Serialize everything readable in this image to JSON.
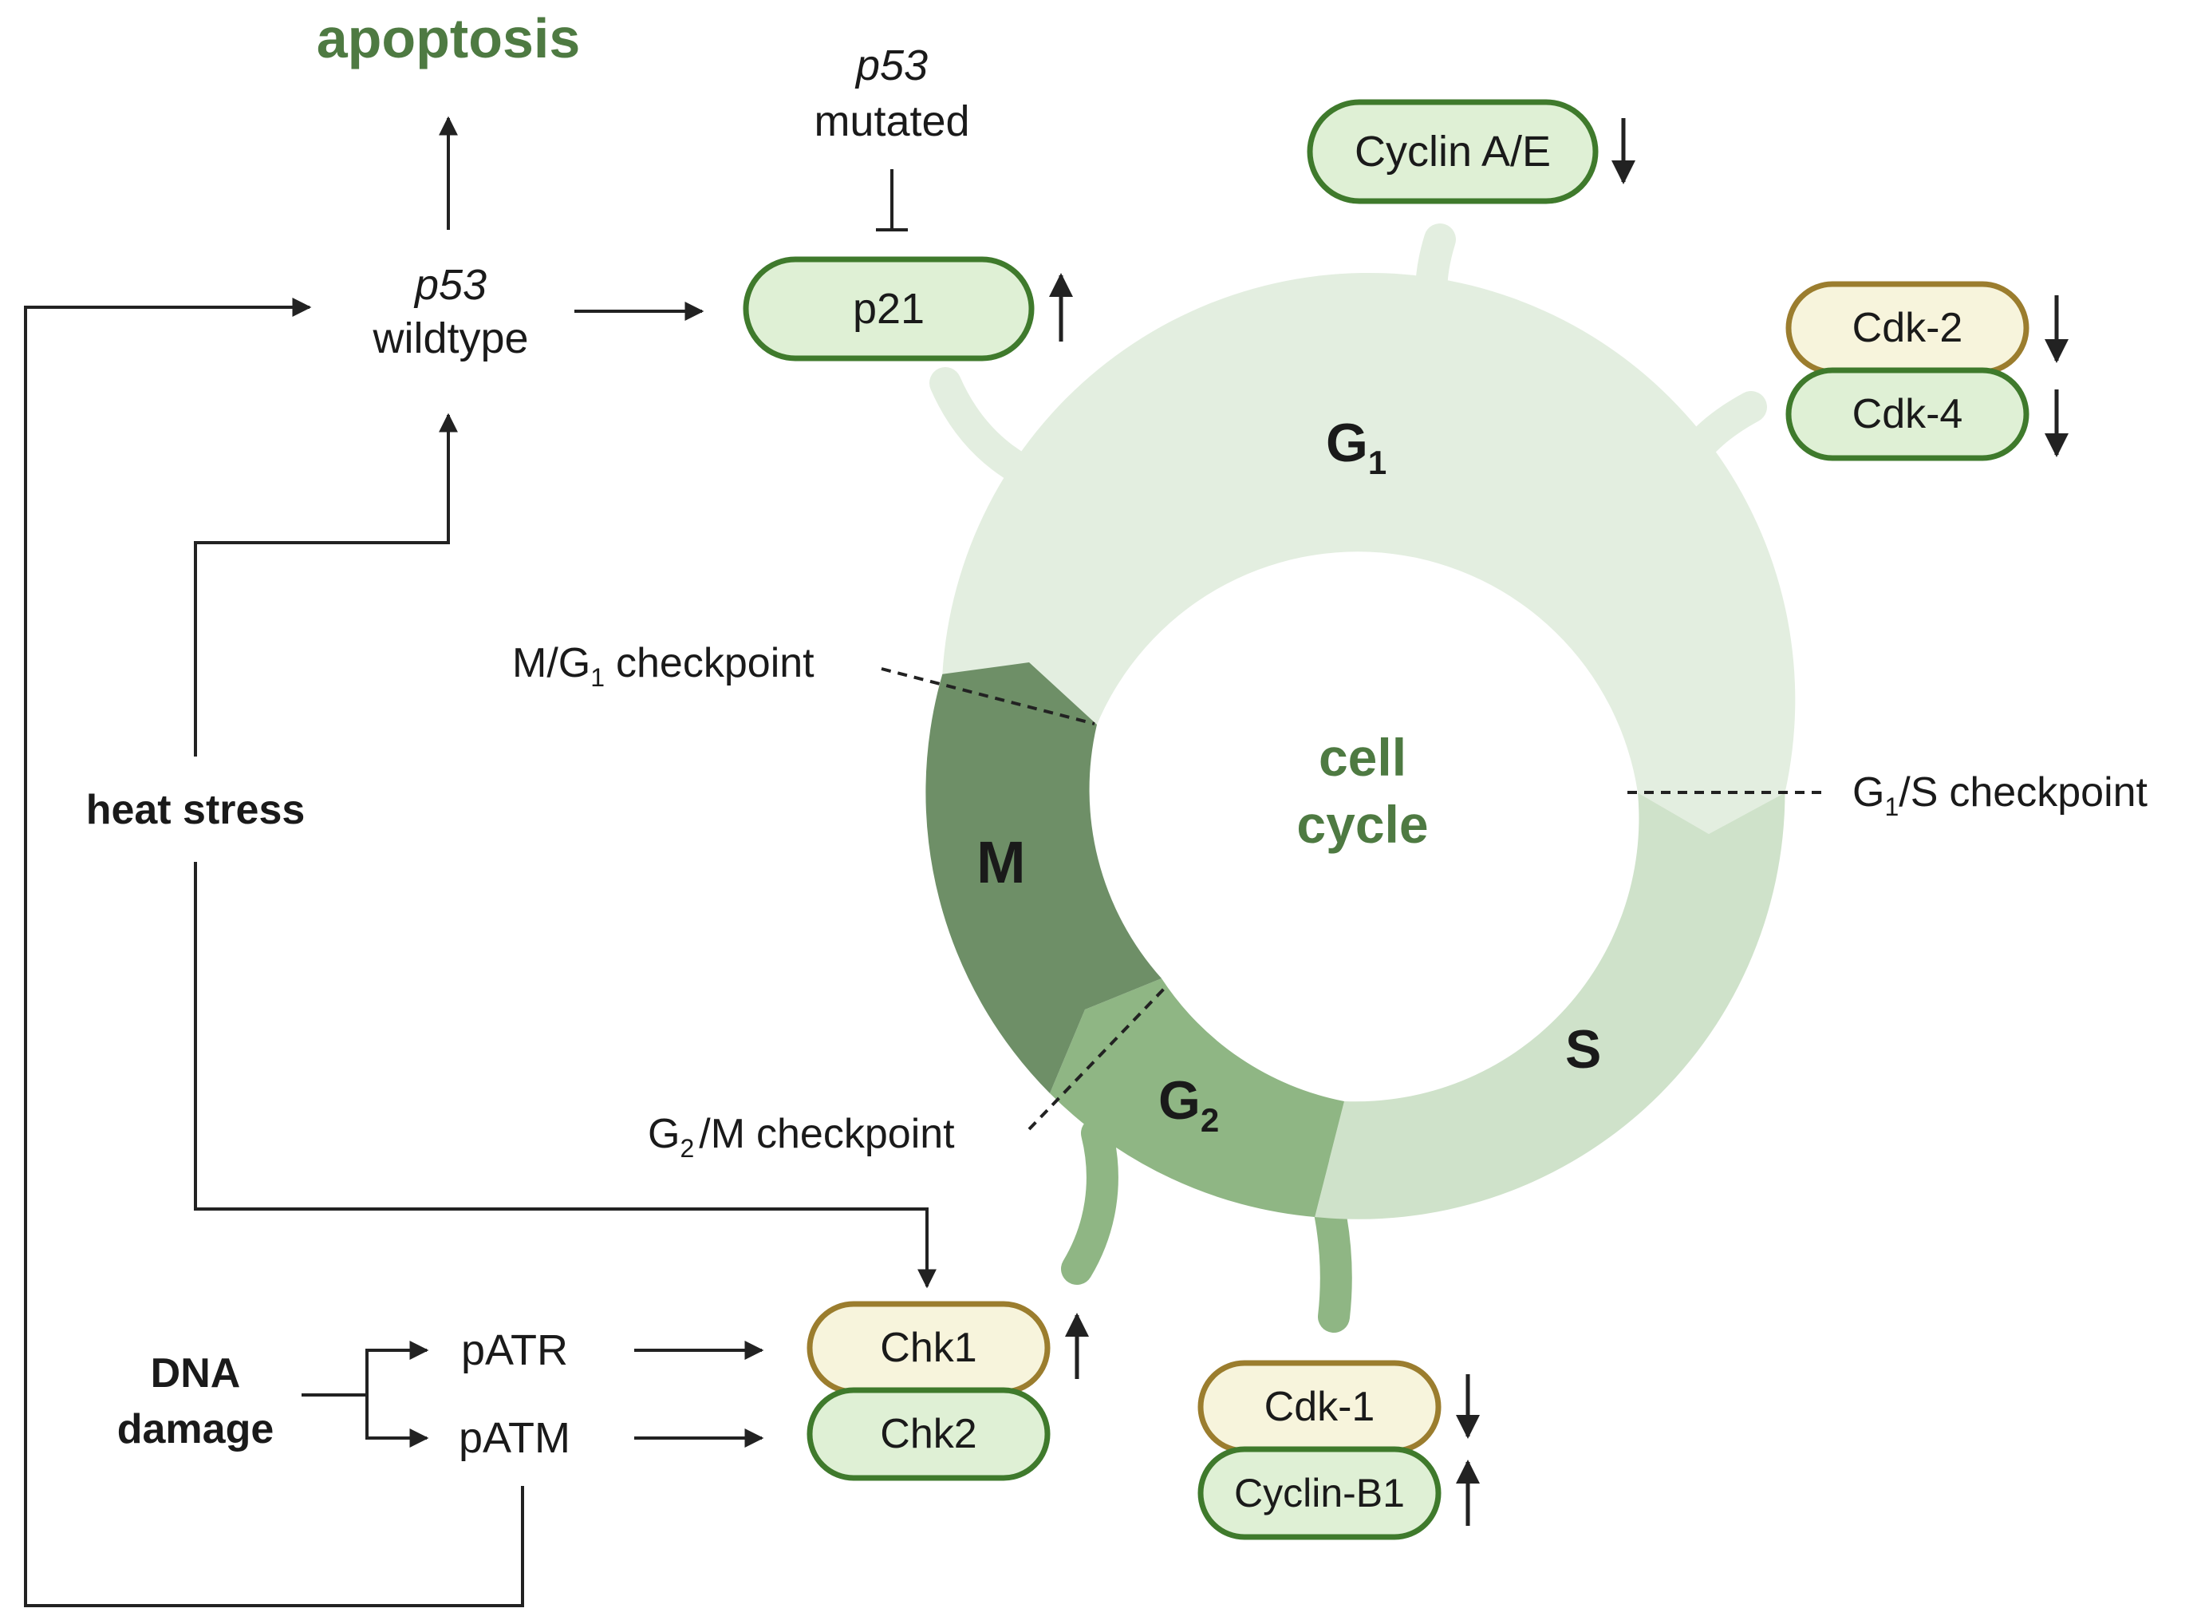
{
  "title": "",
  "colors": {
    "stroke": "#222222",
    "pill_green_fill": "#dff0d5",
    "pill_green_stroke": "#3f7a2c",
    "pill_tan_fill": "#f7f4dc",
    "pill_tan_stroke": "#9b7d2e",
    "ring_g1": "#e3eee0",
    "ring_s": "#cfe2ca",
    "ring_g2": "#8fb684",
    "ring_m": "#6e8f67",
    "accent_text": "#4e7a42",
    "label_text": "#1a1a1a"
  },
  "labels": {
    "apoptosis": "apoptosis",
    "p53_mut_gene": "p53",
    "p53_mut_state": "mutated",
    "p53_wt_gene": "p53",
    "p53_wt_state": "wildtype",
    "heat_stress": "heat stress",
    "dna_damage_line1": "DNA",
    "dna_damage_line2": "damage",
    "patr": "pATR",
    "patm": "pATM",
    "cell_cycle_line1": "cell",
    "cell_cycle_line2": "cycle",
    "checkpoint_word": "checkpoint",
    "ck_mg1_a": "M/G",
    "ck_mg1_sub": "1",
    "ck_g1s_a": "G",
    "ck_g1s_sub": "1",
    "ck_g1s_b": "/S",
    "ck_g2m_a": "G",
    "ck_g2m_sub": "2",
    "ck_g2m_b": "/M"
  },
  "phases": {
    "g1": "G",
    "g1_sub": "1",
    "s": "S",
    "g2": "G",
    "g2_sub": "2",
    "m": "M"
  },
  "pills": {
    "cyclin_ae": {
      "label": "Cyclin A/E",
      "arrow": "down",
      "style": "green"
    },
    "p21": {
      "label": "p21",
      "arrow": "up",
      "style": "green"
    },
    "cdk2": {
      "label": "Cdk-2",
      "arrow": "down",
      "style": "tan"
    },
    "cdk4": {
      "label": "Cdk-4",
      "arrow": "down",
      "style": "green"
    },
    "chk1": {
      "label": "Chk1",
      "arrow": "up",
      "style": "tan"
    },
    "chk2": {
      "label": "Chk2",
      "arrow": "",
      "style": "green"
    },
    "cdk1": {
      "label": "Cdk-1",
      "arrow": "down",
      "style": "tan"
    },
    "cyclin_b1": {
      "label": "Cyclin-B1",
      "arrow": "up",
      "style": "green"
    }
  }
}
